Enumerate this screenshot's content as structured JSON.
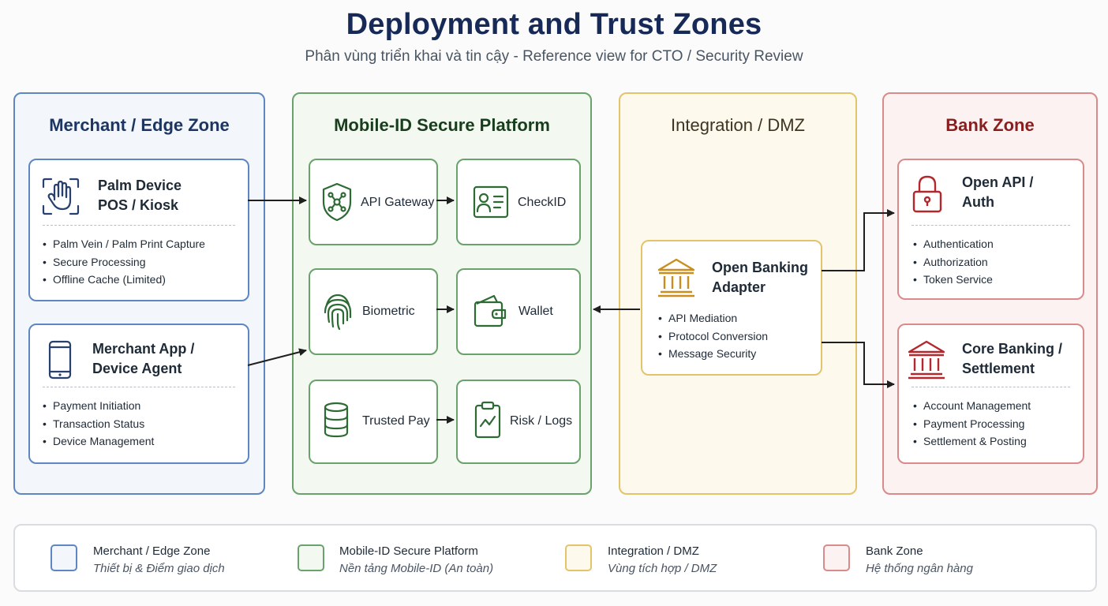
{
  "header": {
    "title": "Deployment and Trust Zones",
    "subtitle": "Phân vùng triển khai và tin cậy - Reference view for CTO / Security Review"
  },
  "zones": {
    "merchant": {
      "title": "Merchant / Edge Zone",
      "palm_device": {
        "title_line1": "Palm Device",
        "title_line2": "POS / Kiosk",
        "icon": "palm-scan-icon",
        "bullets": [
          "Palm Vein / Palm Print Capture",
          "Secure Processing",
          "Offline Cache (Limited)"
        ]
      },
      "merchant_app": {
        "title_line1": "Merchant App /",
        "title_line2": "Device Agent",
        "icon": "smartphone-icon",
        "bullets": [
          "Payment Initiation",
          "Transaction Status",
          "Device Management"
        ]
      }
    },
    "platform": {
      "title": "Mobile-ID Secure Platform",
      "api_gateway": {
        "label": "API Gateway",
        "icon": "shield-network-icon"
      },
      "checkid": {
        "label": "CheckID",
        "icon": "id-card-icon"
      },
      "biometric": {
        "label": "Biometric",
        "icon": "fingerprint-icon"
      },
      "wallet": {
        "label": "Wallet",
        "icon": "wallet-icon"
      },
      "trusted_pay": {
        "label": "Trusted Pay",
        "icon": "database-icon"
      },
      "risk_logs": {
        "label": "Risk / Logs",
        "icon": "clipboard-chart-icon"
      }
    },
    "integration": {
      "title": "Integration / DMZ",
      "adapter": {
        "title_line1": "Open Banking",
        "title_line2": "Adapter",
        "icon": "bank-building-icon",
        "bullets": [
          "API Mediation",
          "Protocol Conversion",
          "Message Security"
        ]
      }
    },
    "bank": {
      "title": "Bank Zone",
      "open_api": {
        "title_line1": "Open API /",
        "title_line2": "Auth",
        "icon": "lock-icon",
        "bullets": [
          "Authentication",
          "Authorization",
          "Token Service"
        ]
      },
      "core_banking": {
        "title_line1": "Core Banking /",
        "title_line2": "Settlement",
        "icon": "bank-building-icon",
        "bullets": [
          "Account Management",
          "Payment Processing",
          "Settlement & Posting"
        ]
      }
    }
  },
  "legend": [
    {
      "title": "Merchant / Edge Zone",
      "subtitle": "Thiết bị & Điểm giao dịch",
      "color": "#5e86c2"
    },
    {
      "title": "Mobile-ID Secure Platform",
      "subtitle": "Nền tảng Mobile-ID (An toàn)",
      "color": "#6aa26b"
    },
    {
      "title": "Integration / DMZ",
      "subtitle": "Vùng tích hợp / DMZ",
      "color": "#e3c46b"
    },
    {
      "title": "Bank Zone",
      "subtitle": "Hệ thống ngân hàng",
      "color": "#d98a8a"
    }
  ],
  "colors": {
    "merchant": "#5e86c2",
    "platform": "#6aa26b",
    "integration": "#e3c46b",
    "bank": "#d98a8a",
    "title": "#172a57"
  }
}
